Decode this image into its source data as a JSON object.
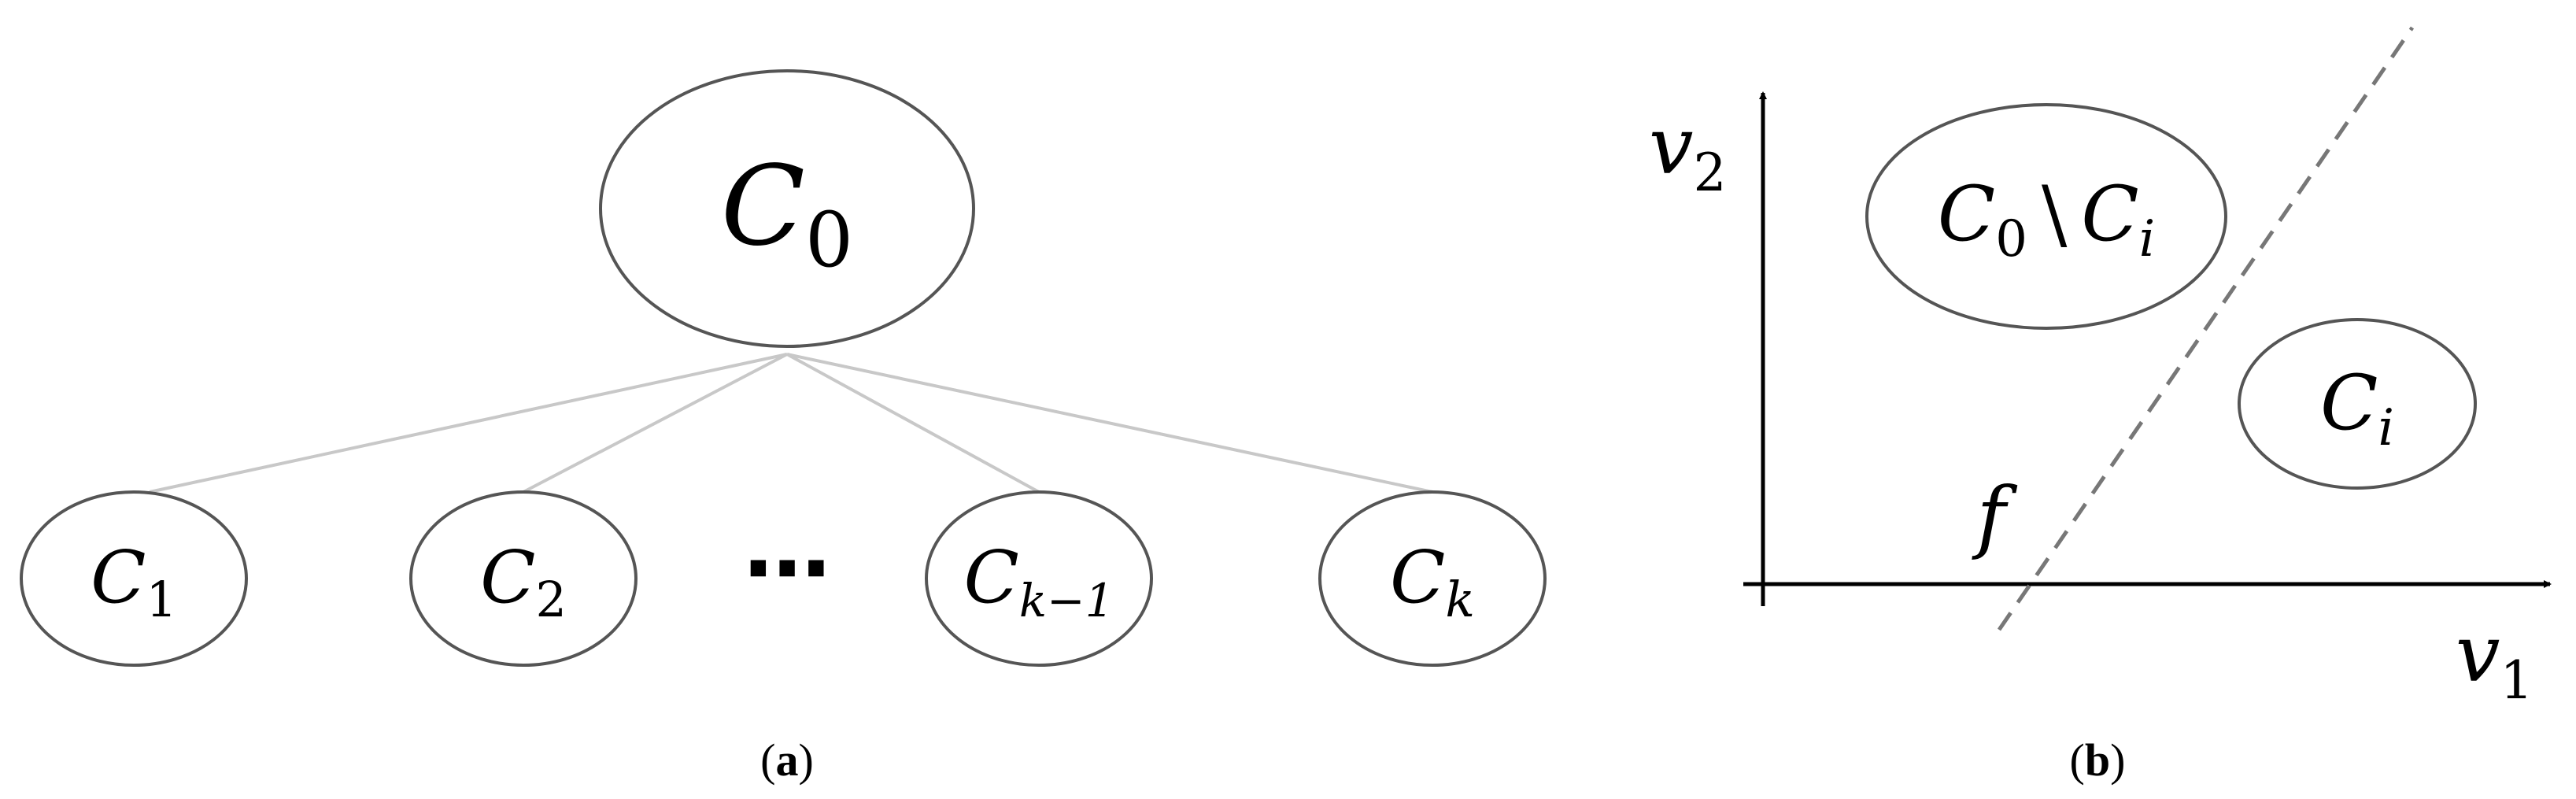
{
  "panel_a": {
    "root": {
      "base": "C",
      "sub": "0"
    },
    "children": [
      {
        "base": "C",
        "sub": "1"
      },
      {
        "base": "C",
        "sub": "2"
      },
      {
        "base": "C",
        "sub": "k−1"
      },
      {
        "base": "C",
        "sub": "k"
      }
    ],
    "ellipsis": "⋯",
    "caption_letter": "a"
  },
  "panel_b": {
    "x_axis_label": {
      "base": "v",
      "sub": "1"
    },
    "y_axis_label": {
      "base": "v",
      "sub": "2"
    },
    "region_left": {
      "base1": "C",
      "sub1": "0",
      "op": "\\",
      "base2": "C",
      "sub2": "i"
    },
    "region_right": {
      "base": "C",
      "sub": "i"
    },
    "boundary_label": "f",
    "caption_letter": "b"
  }
}
